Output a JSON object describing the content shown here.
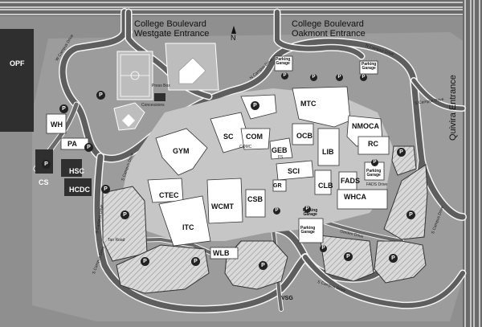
{
  "entrances": {
    "westgate_line1": "College Boulevard",
    "westgate_line2": "Westgate Entrance",
    "oakmont_line1": "College Boulevard",
    "oakmont_line2": "Oakmont Entrance",
    "quivira": "Quivira Entrance"
  },
  "north_arrow": "N",
  "roads": {
    "w_campus_drive": "W Campus Drive",
    "n_campus_drive_1": "N Campus Drive",
    "n_campus_drive_2": "N Campus Drive",
    "s_campus_drive_east": "S Campus Drive",
    "s_campus_drive_south": "S Campus Drive",
    "s_campus_drive_west": "S Campus Drive",
    "s_campus_drive_se": "S Campus Drive",
    "s_campus_drive_right": "S Campus Drive",
    "cs_campus_drive": "S Campus Drive",
    "tan_road": "Tan Road",
    "fads_drive": "FADS Drive",
    "garden_drive": "Garden Drive"
  },
  "buildings": {
    "opf": "OPF",
    "wh": "WH",
    "pa": "PA",
    "cs": "CS",
    "hsc": "HSC",
    "hcdc": "HCDC",
    "gym": "GYM",
    "sc": "SC",
    "com": "COM",
    "comc": "COMC",
    "ctec": "CTEC",
    "itc": "ITC",
    "wcmt": "WCMT",
    "csb": "CSB",
    "geb": "GEB",
    "ocb": "OCB",
    "mtc": "MTC",
    "lib": "LIB",
    "sci": "SCI",
    "fs": "FS",
    "gr": "GR",
    "clb": "CLB",
    "fads": "FADS",
    "nmoca": "NMOCA",
    "rc": "RC",
    "whca": "WHCA",
    "wlb": "WLB",
    "vsg": "VSG",
    "press_box": "Press Box",
    "concessions": "Concessions"
  },
  "garages": {
    "parking_garage_north_1": "Parking",
    "parking_garage_north_1b": "Garage",
    "parking_garage_north_2": "Parking",
    "parking_garage_north_2b": "Garage",
    "parking_garage_rc": "Parking",
    "parking_garage_rc_b": "Garage",
    "parking_garage_south_1": "Parking",
    "parking_garage_south_1b": "Garage",
    "parking_garage_south_2": "Parking",
    "parking_garage_south_2b": "Garage"
  },
  "parking_symbol": "P",
  "colors": {
    "background": "#8f8f8f",
    "road": "#5e5e5e",
    "road_edge": "#f4f4f4",
    "building": "#ffffff",
    "building_dark": "#2f2f2f",
    "lot": "#dcdcdc",
    "parking_icon": "#222222"
  }
}
